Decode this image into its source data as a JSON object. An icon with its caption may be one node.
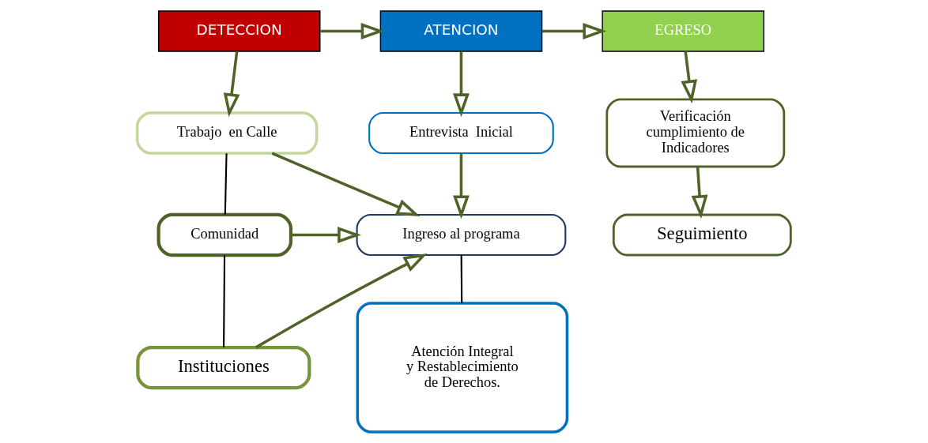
{
  "diagram": {
    "nodes": [
      {
        "text": [
          "DETECCION"
        ]
      },
      {
        "text": [
          "ATENCION"
        ]
      },
      {
        "text": [
          "EGRESO"
        ]
      },
      {
        "text": [
          "Trabajo  en Calle"
        ]
      },
      {
        "text": [
          "Comunidad"
        ]
      },
      {
        "text": [
          "Instituciones"
        ]
      },
      {
        "text": [
          "Entrevista  Inicial"
        ]
      },
      {
        "text": [
          "Ingreso al programa"
        ]
      },
      {
        "text": [
          "Atención Integral y Restablecimiento de Derechos."
        ]
      },
      {
        "text": [
          "Verificación cumplimiento de Indicadores"
        ]
      },
      {
        "text": [
          "Seguimiento"
        ]
      }
    ],
    "edges": [
      {
        "from": 0,
        "to": 1,
        "arrow": "to"
      },
      {
        "from": 1,
        "to": 2,
        "arrow": "to"
      },
      {
        "from": 0,
        "to": 3,
        "arrow": "to"
      },
      {
        "from": 3,
        "to": 4,
        "arrow": "none",
        "color": "#000000"
      },
      {
        "from": 4,
        "to": 5,
        "arrow": "none",
        "color": "#000000"
      },
      {
        "from": 3,
        "to": 7,
        "arrow": "to"
      },
      {
        "from": 4,
        "to": 7,
        "arrow": "to"
      },
      {
        "from": 5,
        "to": 7,
        "arrow": "to"
      },
      {
        "from": 1,
        "to": 6,
        "arrow": "to"
      },
      {
        "from": 6,
        "to": 7,
        "arrow": "to"
      },
      {
        "from": 7,
        "to": 8,
        "arrow": "none",
        "color": "#000000"
      },
      {
        "from": 2,
        "to": 9,
        "arrow": "to"
      },
      {
        "from": 9,
        "to": 10,
        "arrow": "to"
      }
    ]
  }
}
